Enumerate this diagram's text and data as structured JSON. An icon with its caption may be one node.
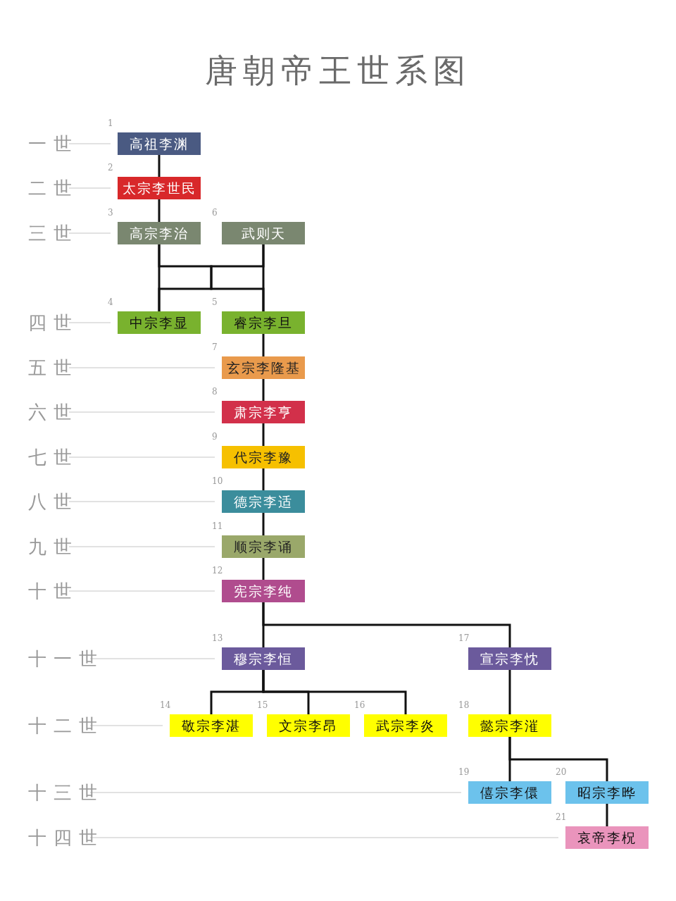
{
  "diagram": {
    "title": "唐朝帝王世系图",
    "nodes": [
      {
        "text": [
          "高祖李渊"
        ],
        "beside": [
          "1"
        ]
      },
      {
        "text": [
          "太宗李世民"
        ],
        "beside": [
          "2"
        ]
      },
      {
        "text": [
          "高宗李治"
        ],
        "beside": [
          "3"
        ]
      },
      {
        "text": [
          "武则天"
        ],
        "beside": [
          "6"
        ]
      },
      {
        "text": [
          "中宗李显"
        ],
        "beside": [
          "4"
        ]
      },
      {
        "text": [
          "睿宗李旦"
        ],
        "beside": [
          "5"
        ]
      },
      {
        "text": [
          "玄宗李隆基"
        ],
        "beside": [
          "7"
        ]
      },
      {
        "text": [
          "肃宗李亨"
        ],
        "beside": [
          "8"
        ]
      },
      {
        "text": [
          "代宗李豫"
        ],
        "beside": [
          "9"
        ]
      },
      {
        "text": [
          "德宗李适"
        ],
        "beside": [
          "10"
        ]
      },
      {
        "text": [
          "顺宗李诵"
        ],
        "beside": [
          "11"
        ]
      },
      {
        "text": [
          "宪宗李纯"
        ],
        "beside": [
          "12"
        ]
      },
      {
        "text": [
          "穆宗李恒"
        ],
        "beside": [
          "13"
        ]
      },
      {
        "text": [
          "敬宗李湛"
        ],
        "beside": [
          "14"
        ]
      },
      {
        "text": [
          "文宗李昂"
        ],
        "beside": [
          "15"
        ]
      },
      {
        "text": [
          "武宗李炎"
        ],
        "beside": [
          "16"
        ]
      },
      {
        "text": [
          "宣宗李忱"
        ],
        "beside": [
          "17"
        ]
      },
      {
        "text": [
          "懿宗李漼"
        ],
        "beside": [
          "18"
        ]
      },
      {
        "text": [
          "僖宗李儇"
        ],
        "beside": [
          "19"
        ]
      },
      {
        "text": [
          "昭宗李晔"
        ],
        "beside": [
          "20"
        ]
      },
      {
        "text": [
          "哀帝李柷"
        ],
        "beside": [
          "21"
        ]
      }
    ],
    "edges": [
      {
        "from": 0,
        "to": 1,
        "arrow": "none"
      },
      {
        "from": 1,
        "to": 2,
        "arrow": "none"
      },
      {
        "from": 2,
        "to": 4,
        "arrow": "none"
      },
      {
        "from": 2,
        "to": 5,
        "arrow": "none"
      },
      {
        "from": 3,
        "to": 4,
        "arrow": "none"
      },
      {
        "from": 3,
        "to": 5,
        "arrow": "none"
      },
      {
        "from": 5,
        "to": 6,
        "arrow": "none"
      },
      {
        "from": 6,
        "to": 7,
        "arrow": "none"
      },
      {
        "from": 7,
        "to": 8,
        "arrow": "none"
      },
      {
        "from": 8,
        "to": 9,
        "arrow": "none"
      },
      {
        "from": 9,
        "to": 10,
        "arrow": "none"
      },
      {
        "from": 10,
        "to": 11,
        "arrow": "none"
      },
      {
        "from": 11,
        "to": 12,
        "arrow": "none"
      },
      {
        "from": 11,
        "to": 16,
        "arrow": "none"
      },
      {
        "from": 12,
        "to": 13,
        "arrow": "none"
      },
      {
        "from": 12,
        "to": 14,
        "arrow": "none"
      },
      {
        "from": 12,
        "to": 15,
        "arrow": "none"
      },
      {
        "from": 16,
        "to": 17,
        "arrow": "none"
      },
      {
        "from": 17,
        "to": 18,
        "arrow": "none"
      },
      {
        "from": 17,
        "to": 19,
        "arrow": "none"
      },
      {
        "from": 19,
        "to": 20,
        "arrow": "none"
      }
    ],
    "labels": [
      "一世",
      "二世",
      "三世",
      "四世",
      "五世",
      "六世",
      "七世",
      "八世",
      "九世",
      "十世",
      "十一世",
      "十二世",
      "十三世",
      "十四世"
    ]
  }
}
